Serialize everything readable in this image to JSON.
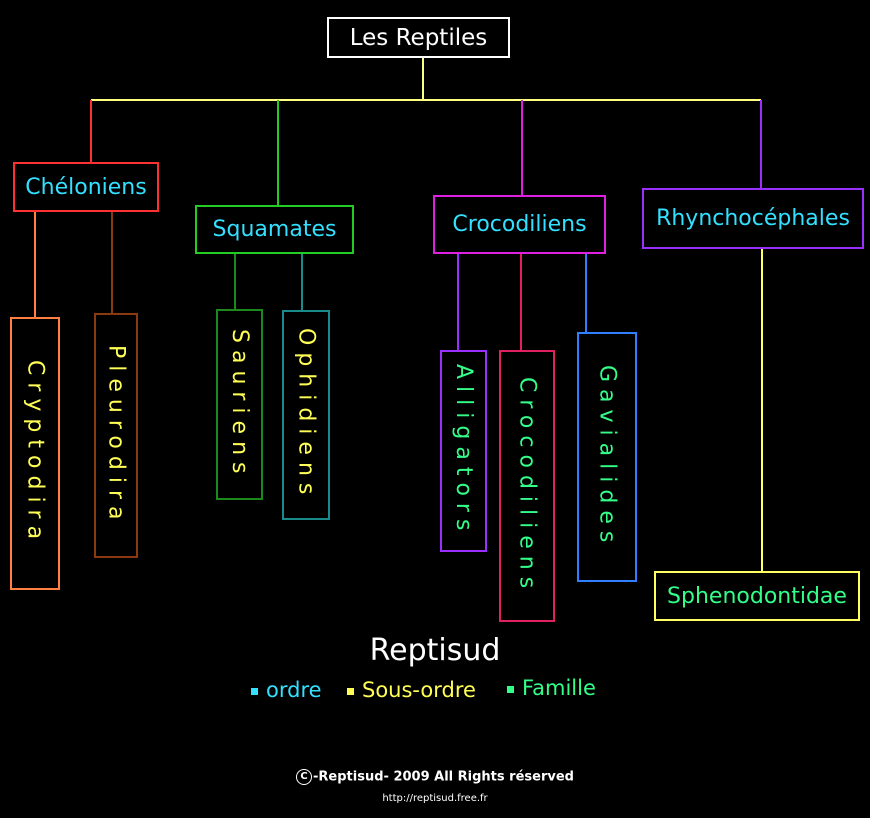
{
  "title": "Les Reptiles",
  "orders": [
    {
      "label": "Chéloniens",
      "color": "#ff3030",
      "text_color": "#33e0ff",
      "suborders": [
        {
          "label": "Cryptodira",
          "color": "#ff8040",
          "text_color": "#ffff55"
        },
        {
          "label": "Pleurodira",
          "color": "#8b3a10",
          "text_color": "#ffff55"
        }
      ]
    },
    {
      "label": "Squamates",
      "color": "#22cc22",
      "text_color": "#33e0ff",
      "suborders": [
        {
          "label": "Sauriens",
          "color": "#1b8a1b",
          "text_color": "#ffff55"
        },
        {
          "label": "Ophidiens",
          "color": "#1b8a8a",
          "text_color": "#ffff55"
        }
      ]
    },
    {
      "label": "Crocodiliens",
      "color": "#e020e0",
      "text_color": "#33e0ff",
      "families": [
        {
          "label": "Alligators",
          "color": "#9a30ff",
          "text_color": "#33ff88"
        },
        {
          "label": "Crocodiliens",
          "color": "#e02060",
          "text_color": "#33ff88"
        },
        {
          "label": "Gavialides",
          "color": "#2f7fff",
          "text_color": "#33ff88"
        }
      ]
    },
    {
      "label": "Rhynchocéphales",
      "color": "#9a30ff",
      "text_color": "#33e0ff",
      "families": [
        {
          "label": "Sphenodontidae",
          "color": "#ffff60",
          "text_color": "#33ff88"
        }
      ]
    }
  ],
  "brand": "Reptisud",
  "legend": [
    {
      "label": "ordre",
      "color": "#33e0ff"
    },
    {
      "label": "Sous-ordre",
      "color": "#ffff55"
    },
    {
      "label": "Famille",
      "color": "#33ff88"
    }
  ],
  "copyright_symbol": "C",
  "copyright": "-Reptisud- 2009 All Rights réserved",
  "url": "http://reptisud.free.fr",
  "colors": {
    "background": "#000000",
    "trunk": "#ffff80",
    "title_border": "#ffffff"
  }
}
